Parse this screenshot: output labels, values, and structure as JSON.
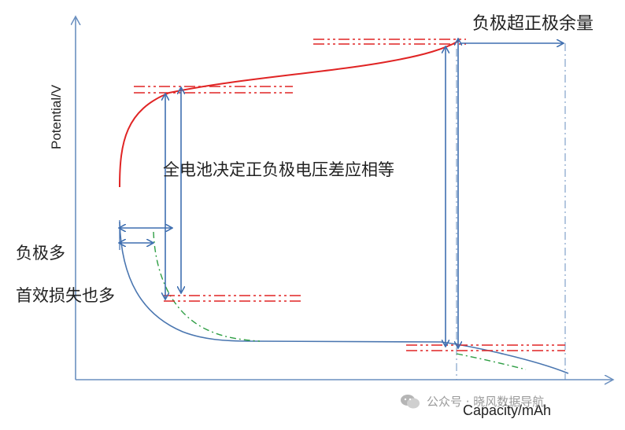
{
  "axes": {
    "ylabel": "Potential/V",
    "xlabel": "Capacity/mAh"
  },
  "annotations": {
    "excess": "负极超正极余量",
    "equal_voltage": "全电池决定正负极电压差应相等",
    "negative_more_line1": "负极多",
    "negative_more_line2": "首效损失也多"
  },
  "watermark": {
    "text": "公众号 · 晓风数据导航"
  },
  "colors": {
    "positive_curve": "#e02424",
    "negative_curve": "#4a76b0",
    "negative_dashdot": "#2e9e44",
    "marker_lines": "#e02424",
    "arrows": "#3f6fb0",
    "axes": "#6a8fbf"
  }
}
